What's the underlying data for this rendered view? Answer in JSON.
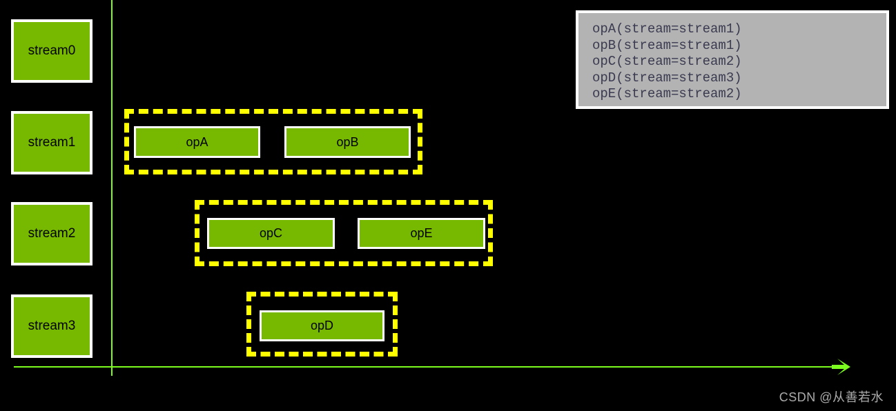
{
  "diagram": {
    "streams": [
      {
        "label": "stream0"
      },
      {
        "label": "stream1"
      },
      {
        "label": "stream2"
      },
      {
        "label": "stream3"
      }
    ],
    "operations": [
      {
        "label": "opA",
        "stream": "stream1"
      },
      {
        "label": "opB",
        "stream": "stream1"
      },
      {
        "label": "opC",
        "stream": "stream2"
      },
      {
        "label": "opE",
        "stream": "stream2"
      },
      {
        "label": "opD",
        "stream": "stream3"
      }
    ],
    "code_panel": {
      "lines": [
        "opA(stream=stream1)",
        "opB(stream=stream1)",
        "opC(stream=stream2)",
        "opD(stream=stream3)",
        "opE(stream=stream2)"
      ]
    },
    "axis": {
      "arrow_icon": "arrow-right-icon"
    },
    "watermark": "CSDN @从善若水",
    "colors": {
      "background": "#000000",
      "box_fill": "#76B900",
      "box_border": "#FFFFFF",
      "group_dash": "#FFFF00",
      "axis": "#7CFC1E",
      "panel_fill": "#B3B3B3",
      "panel_text": "#3A3A50",
      "watermark_text": "#C9C9C9"
    }
  }
}
